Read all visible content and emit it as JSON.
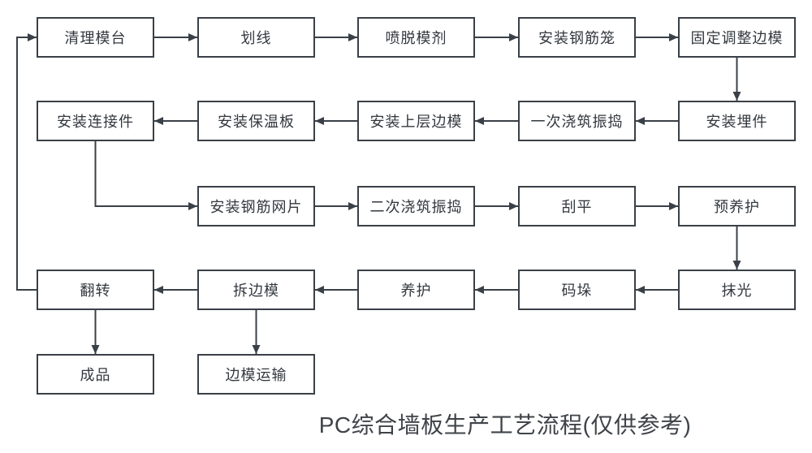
{
  "title": "PC综合墙板生产工艺流程(仅供参考)",
  "colors": {
    "background": "#ffffff",
    "box_fill": "#ffffff",
    "box_border": "#3a4047",
    "line": "#3a4047",
    "text": "#33383e",
    "title_text": "#3f4348"
  },
  "nodes": [
    {
      "id": "clean-mold-table",
      "label": "清理模台",
      "row": 0,
      "col": 0
    },
    {
      "id": "marking",
      "label": "划线",
      "row": 0,
      "col": 1
    },
    {
      "id": "spray-release-agent",
      "label": "喷脱模剂",
      "row": 0,
      "col": 2
    },
    {
      "id": "install-rebar-cage",
      "label": "安装钢筋笼",
      "row": 0,
      "col": 3
    },
    {
      "id": "fix-adjust-side-mold",
      "label": "固定调整边模",
      "row": 0,
      "col": 4
    },
    {
      "id": "install-connectors",
      "label": "安装连接件",
      "row": 1,
      "col": 0
    },
    {
      "id": "install-insulation-board",
      "label": "安装保温板",
      "row": 1,
      "col": 1
    },
    {
      "id": "install-upper-side-mold",
      "label": "安装上层边模",
      "row": 1,
      "col": 2
    },
    {
      "id": "first-pour-vibrate",
      "label": "一次浇筑振捣",
      "row": 1,
      "col": 3
    },
    {
      "id": "install-embedded-parts",
      "label": "安装埋件",
      "row": 1,
      "col": 4
    },
    {
      "id": "install-rebar-mesh",
      "label": "安装钢筋网片",
      "row": 2,
      "col": 1
    },
    {
      "id": "second-pour-vibrate",
      "label": "二次浇筑振捣",
      "row": 2,
      "col": 2
    },
    {
      "id": "screeding",
      "label": "刮平",
      "row": 2,
      "col": 3
    },
    {
      "id": "pre-curing",
      "label": "预养护",
      "row": 2,
      "col": 4
    },
    {
      "id": "flip",
      "label": "翻转",
      "row": 3,
      "col": 0
    },
    {
      "id": "remove-side-mold",
      "label": "拆边模",
      "row": 3,
      "col": 1
    },
    {
      "id": "curing",
      "label": "养护",
      "row": 3,
      "col": 2
    },
    {
      "id": "stacking",
      "label": "码垛",
      "row": 3,
      "col": 3
    },
    {
      "id": "trowel-finish",
      "label": "抹光",
      "row": 3,
      "col": 4
    },
    {
      "id": "finished-product",
      "label": "成品",
      "row": 4,
      "col": 0
    },
    {
      "id": "side-mold-transport",
      "label": "边模运输",
      "row": 4,
      "col": 1
    }
  ],
  "edges": [
    {
      "from": "clean-mold-table",
      "to": "marking",
      "route": "h"
    },
    {
      "from": "marking",
      "to": "spray-release-agent",
      "route": "h"
    },
    {
      "from": "spray-release-agent",
      "to": "install-rebar-cage",
      "route": "h"
    },
    {
      "from": "install-rebar-cage",
      "to": "fix-adjust-side-mold",
      "route": "h"
    },
    {
      "from": "fix-adjust-side-mold",
      "to": "install-embedded-parts",
      "route": "v"
    },
    {
      "from": "install-embedded-parts",
      "to": "first-pour-vibrate",
      "route": "h"
    },
    {
      "from": "first-pour-vibrate",
      "to": "install-upper-side-mold",
      "route": "h"
    },
    {
      "from": "install-upper-side-mold",
      "to": "install-insulation-board",
      "route": "h"
    },
    {
      "from": "install-insulation-board",
      "to": "install-connectors",
      "route": "h"
    },
    {
      "from": "install-connectors",
      "to": "install-rebar-mesh",
      "route": "elbow"
    },
    {
      "from": "install-rebar-mesh",
      "to": "second-pour-vibrate",
      "route": "h"
    },
    {
      "from": "second-pour-vibrate",
      "to": "screeding",
      "route": "h"
    },
    {
      "from": "screeding",
      "to": "pre-curing",
      "route": "h"
    },
    {
      "from": "pre-curing",
      "to": "trowel-finish",
      "route": "v"
    },
    {
      "from": "trowel-finish",
      "to": "stacking",
      "route": "h"
    },
    {
      "from": "stacking",
      "to": "curing",
      "route": "h"
    },
    {
      "from": "curing",
      "to": "remove-side-mold",
      "route": "h"
    },
    {
      "from": "remove-side-mold",
      "to": "flip",
      "route": "h"
    },
    {
      "from": "flip",
      "to": "clean-mold-table",
      "route": "loop"
    },
    {
      "from": "flip",
      "to": "finished-product",
      "route": "v"
    },
    {
      "from": "remove-side-mold",
      "to": "side-mold-transport",
      "route": "v"
    }
  ]
}
